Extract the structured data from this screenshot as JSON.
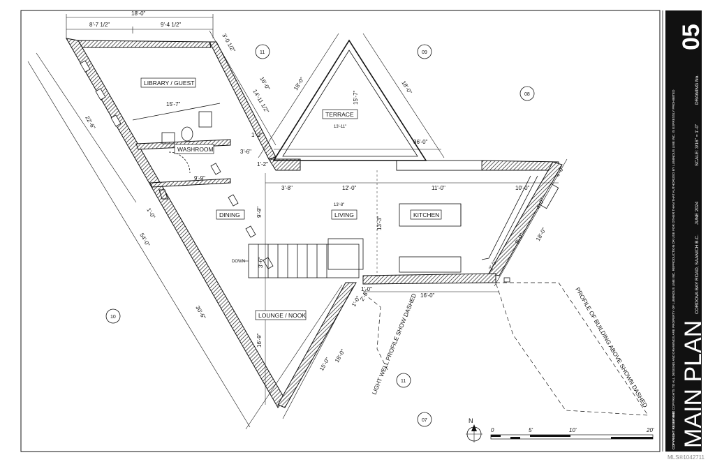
{
  "rooms": {
    "library": "LIBRARY / GUEST",
    "washroom": "WASHROOM",
    "terrace": "TERRACE",
    "dining": "DINING",
    "living": "LIVING",
    "kitchen": "KITCHEN",
    "lounge": "LOUNGE / NOOK"
  },
  "dimensions": {
    "top_overall": "18'-0\"",
    "top_left": "8'-7 1/2\"",
    "top_right": "9'-4 1/2\"",
    "top_corner": "3'-0 1/2\"",
    "left_upper": "22'-6\"",
    "left_lower": "54'-0\"",
    "left_bottom": "30'-6\"",
    "lib_width": "15'-7\"",
    "lib_diag_a": "16'-0\"",
    "lib_diag_b": "14'-11 1/2\"",
    "wash_a": "1'-2\"",
    "wash_b": "3'-6\"",
    "wash_c": "1'-2\"",
    "dining_w": "9'-9\"",
    "dining_h": "9'-9\"",
    "small_1": "1'-0\"",
    "terrace_left": "18'-0\"",
    "terrace_mid": "15'-7\"",
    "terrace_right": "18'-0\"",
    "terrace_base": "36'-0\"",
    "liv_a": "3'-8\"",
    "liv_b": "12'-0\"",
    "liv_c": "11'-0\"",
    "kit_depth": "13'-3\"",
    "right_a": "10'-0\"",
    "right_b": "4'-0\"",
    "right_c": "4'-0\"",
    "right_d": "8'-0\"",
    "right_e": "18'-0\"",
    "right_f": "2'-0\"",
    "bottom_mid": "16'-0\"",
    "stair_a": "1'-0\"",
    "stair_b": "1'-0\"",
    "stair_c": "2'-6\"",
    "stair_d": "3'-6\"",
    "lounge_h": "16'-9\"",
    "lower_a": "15'-0\"",
    "lower_b": "18'-0\"",
    "ceiling_terrace": "13'-11\"",
    "ceiling_living": "13'-8\""
  },
  "markers": [
    "11",
    "09",
    "08",
    "10",
    "11",
    "07"
  ],
  "annotations": {
    "down": "DOWN",
    "light_well": "LIGHT WELL PROFILE SHOW DASHED",
    "profile_above": "PROFILE OF BUILDING ABOVE SHOWN DASHED"
  },
  "north": "N",
  "scale_bar": [
    "0",
    "5'",
    "10'",
    "20'"
  ],
  "title_block": {
    "drawing_title": "MAIN PLAN",
    "address": "CORDOVA BAY ROAD, SAANICH B.C.",
    "date": "JUNE 2024",
    "scale": "SCALE: 3/16\" = 1'-0\"",
    "drawing_no_label": "DRAWING No.",
    "drawing_no": "05",
    "copyright_label": "COPYRIGHT RESERVED:",
    "copyright": "THE COPYRIGHTS TO ALL DESIGNS AND DRAWINGS ARE PROPERTY OF LUMINOUS LINE INC. REPRODUCTION OR USE FOR OTHER THAN THAT AUTHORIZED BY LUMINOUS LINE INC. IS EXPRESSLY PROHIBITED"
  },
  "watermark": "MLS®1042711",
  "colors": {
    "title_block_bg": "#111111",
    "wall_hatch": "#222222"
  }
}
